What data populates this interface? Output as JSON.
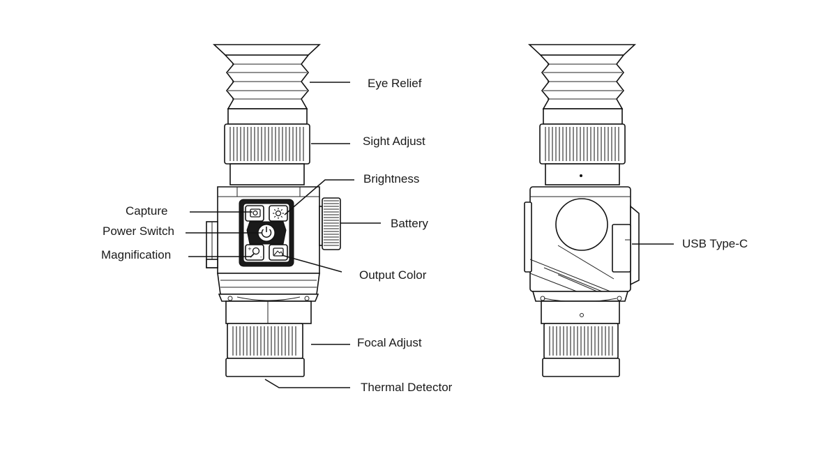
{
  "labels": {
    "eye_relief": "Eye Relief",
    "sight_adjust": "Sight Adjust",
    "brightness": "Brightness",
    "capture": "Capture",
    "power_switch": "Power Switch",
    "battery": "Battery",
    "magnification": "Magnification",
    "output_color": "Output Color",
    "focal_adjust": "Focal Adjust",
    "thermal_detector": "Thermal Detector",
    "usb_type_c": "USB Type-C"
  },
  "icons": {
    "capture": "camera-icon",
    "brightness": "sun-icon",
    "power": "power-icon",
    "magnification": "magnifier-icon",
    "output_color": "palette-icon"
  },
  "colors": {
    "line": "#111111",
    "background": "#ffffff",
    "button_pad": "#1a1a1a"
  }
}
